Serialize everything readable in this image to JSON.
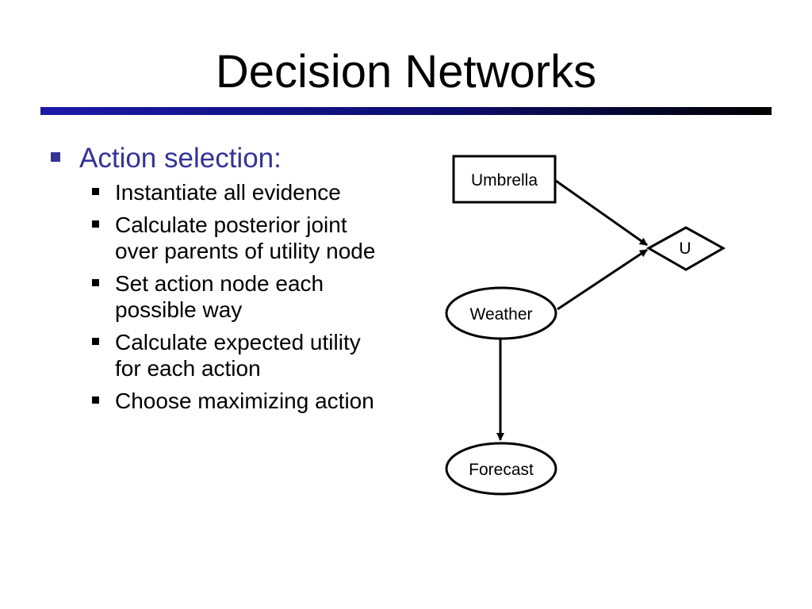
{
  "title": "Decision Networks",
  "main_bullet": "Action selection:",
  "sub_bullets": [
    "Instantiate all evidence",
    "Calculate posterior joint over parents of utility node",
    "Set action node each possible way",
    "Calculate expected utility for each action",
    "Choose maximizing action"
  ],
  "diagram": {
    "nodes": {
      "umbrella": "Umbrella",
      "utility": "U",
      "weather": "Weather",
      "forecast": "Forecast"
    }
  },
  "colors": {
    "bullet_level1": "#333399",
    "rule_start": "#1a1aa8",
    "rule_end": "#000000"
  }
}
